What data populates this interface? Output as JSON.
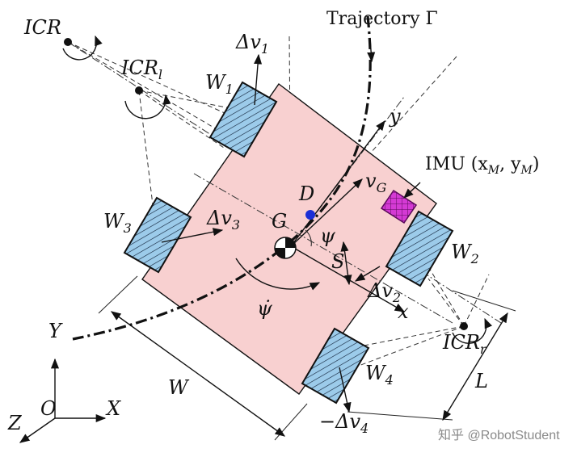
{
  "labels": {
    "icr": "ICR",
    "icr_l": "ICR",
    "icr_l_sub": "l",
    "icr_r": "ICR",
    "icr_r_sub": "r",
    "trajectory": "Trajectory Γ",
    "dv1": "Δv",
    "dv1_sub": "1",
    "dv2": "Δv",
    "dv2_sub": "2",
    "dv3": "Δv",
    "dv3_sub": "3",
    "dv4": "−Δv",
    "dv4_sub": "4",
    "w1": "W",
    "w1_sub": "1",
    "w2": "W",
    "w2_sub": "2",
    "w3": "W",
    "w3_sub": "3",
    "w4": "W",
    "w4_sub": "4",
    "y_axis": "y",
    "x_axis": "x",
    "imu": "IMU (x",
    "imu_m1": "M",
    "imu_mid": ", y",
    "imu_m2": "M",
    "imu_end": ")",
    "vg": "v",
    "vg_sub": "G",
    "D": "D",
    "G": "G",
    "psi": "ψ",
    "psi_dot": "ψ̇",
    "S": "S",
    "W": "W",
    "L": "L",
    "Y": "Y",
    "X": "X",
    "Z": "Z",
    "O": "O",
    "watermark": "知乎 @RobotStudent"
  },
  "colors": {
    "body": "#f8d0d0",
    "wheel": "#9ccbea",
    "imu": "#d43ad4",
    "point_D": "#1b2fd6"
  }
}
